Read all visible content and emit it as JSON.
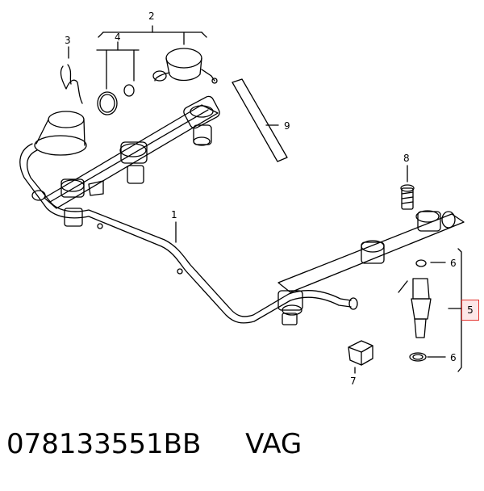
{
  "callouts": {
    "c1": "1",
    "c2": "2",
    "c3": "3",
    "c4": "4",
    "c5": "5",
    "c6a": "6",
    "c6b": "6",
    "c7": "7",
    "c8": "8",
    "c9": "9"
  },
  "part_number": "078133551BB",
  "brand": "VAG",
  "colors": {
    "line": "#000000",
    "highlight_border": "#e3342f",
    "highlight_fill": "#fde7e7"
  }
}
